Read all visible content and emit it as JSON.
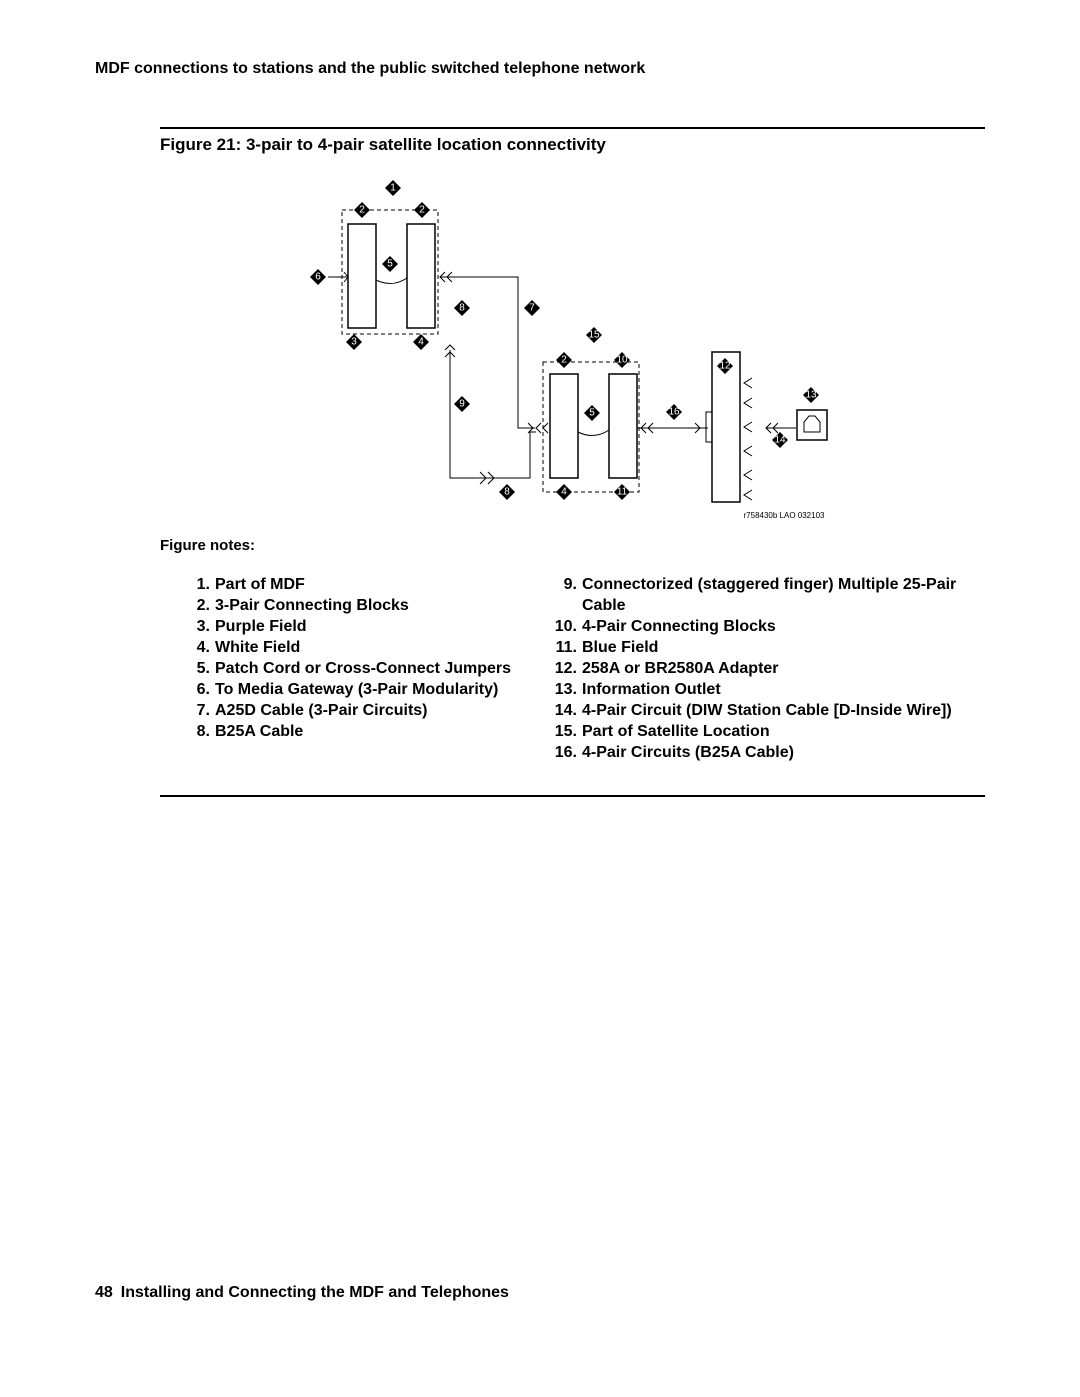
{
  "page": {
    "header": "MDF connections to stations and the public switched telephone network",
    "figure_title": "Figure 21: 3-pair to 4-pair satellite location connectivity",
    "notes_heading": "Figure notes:",
    "footer": {
      "page_number": "48",
      "text": "Installing and Connecting the MDF and Telephones"
    }
  },
  "diagram": {
    "callouts": [
      "1",
      "2",
      "2",
      "6",
      "5",
      "8",
      "7",
      "3",
      "4",
      "15",
      "2",
      "10",
      "12",
      "9",
      "5",
      "16",
      "13",
      "14",
      "8",
      "4",
      "11"
    ],
    "drawing_id": "r758430b LAO 032103"
  },
  "notes": {
    "left": [
      {
        "num": "1.",
        "text": "Part of MDF"
      },
      {
        "num": "2.",
        "text": "3-Pair Connecting Blocks"
      },
      {
        "num": "3.",
        "text": "Purple Field"
      },
      {
        "num": "4.",
        "text": "White Field"
      },
      {
        "num": "5.",
        "text": "Patch Cord or Cross-Connect Jumpers"
      },
      {
        "num": "6.",
        "text": "To Media Gateway (3-Pair Modularity)"
      },
      {
        "num": "7.",
        "text": "A25D Cable (3-Pair Circuits)"
      },
      {
        "num": "8.",
        "text": "B25A Cable"
      }
    ],
    "right": [
      {
        "num": "9.",
        "text": "Connectorized (staggered finger) Multiple 25-Pair Cable"
      },
      {
        "num": "10.",
        "text": "4-Pair Connecting Blocks"
      },
      {
        "num": "11.",
        "text": "Blue Field"
      },
      {
        "num": "12.",
        "text": "258A or BR2580A Adapter"
      },
      {
        "num": "13.",
        "text": "Information Outlet"
      },
      {
        "num": "14.",
        "text": "4-Pair Circuit (DIW Station Cable [D-Inside Wire])"
      },
      {
        "num": "15.",
        "text": "Part of Satellite Location"
      },
      {
        "num": "16.",
        "text": "4-Pair Circuits (B25A Cable)"
      }
    ]
  }
}
